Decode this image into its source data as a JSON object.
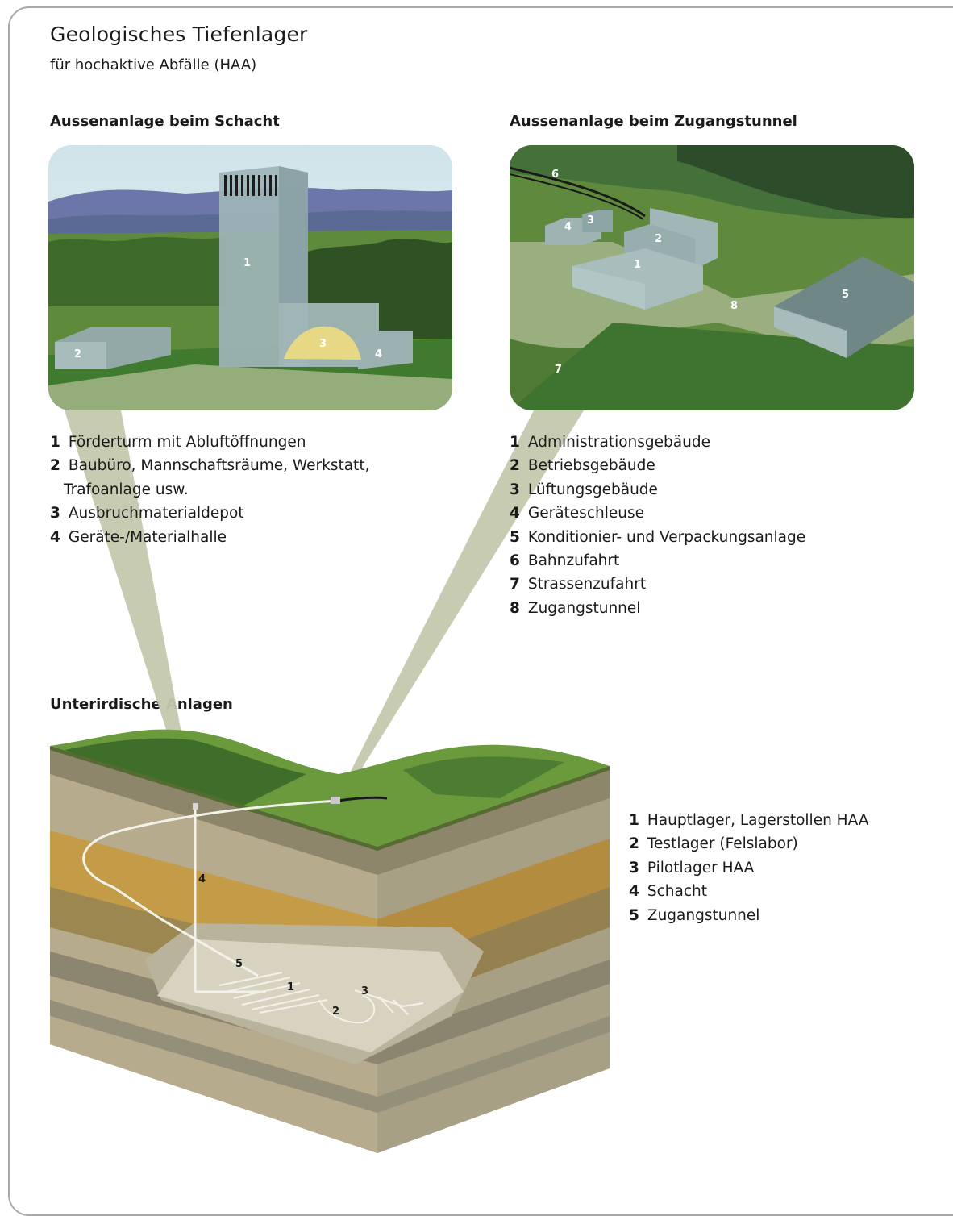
{
  "title": "Geologisches Tiefenlager",
  "subtitle": "für hochaktive Abfälle (HAA)",
  "sections": {
    "shaft_site": "Aussenanlage beim Schacht",
    "tunnel_site": "Aussenanlage beim Zugangstunnel",
    "underground": "Unterirdische Anlagen"
  },
  "shaft_legend": [
    {
      "num": "1",
      "text": "Förderturm mit Abluftöffnungen"
    },
    {
      "num": "2",
      "text": "Baubüro, Mannschaftsräume, Werkstatt,",
      "cont": "Trafoanlage usw."
    },
    {
      "num": "3",
      "text": "Ausbruchmaterialdepot"
    },
    {
      "num": "4",
      "text": "Geräte-/Materialhalle"
    }
  ],
  "tunnel_legend": [
    {
      "num": "1",
      "text": "Administrationsgebäude"
    },
    {
      "num": "2",
      "text": "Betriebsgebäude"
    },
    {
      "num": "3",
      "text": "Lüftungsgebäude"
    },
    {
      "num": "4",
      "text": "Geräteschleuse"
    },
    {
      "num": "5",
      "text": "Konditionier- und Verpackungsanlage"
    },
    {
      "num": "6",
      "text": "Bahnzufahrt"
    },
    {
      "num": "7",
      "text": "Strassenzufahrt"
    },
    {
      "num": "8",
      "text": "Zugangstunnel"
    }
  ],
  "underground_legend": [
    {
      "num": "1",
      "text": "Hauptlager, Lagerstollen HAA"
    },
    {
      "num": "2",
      "text": "Testlager (Felslabor)"
    },
    {
      "num": "3",
      "text": "Pilotlager HAA"
    },
    {
      "num": "4",
      "text": "Schacht"
    },
    {
      "num": "5",
      "text": "Zugangstunnel"
    }
  ],
  "shaft_markers": [
    "1",
    "2",
    "3",
    "4"
  ],
  "tunnel_markers": [
    "1",
    "2",
    "3",
    "4",
    "5",
    "6",
    "7",
    "8"
  ],
  "underground_markers": [
    "1",
    "2",
    "3",
    "4",
    "5"
  ]
}
